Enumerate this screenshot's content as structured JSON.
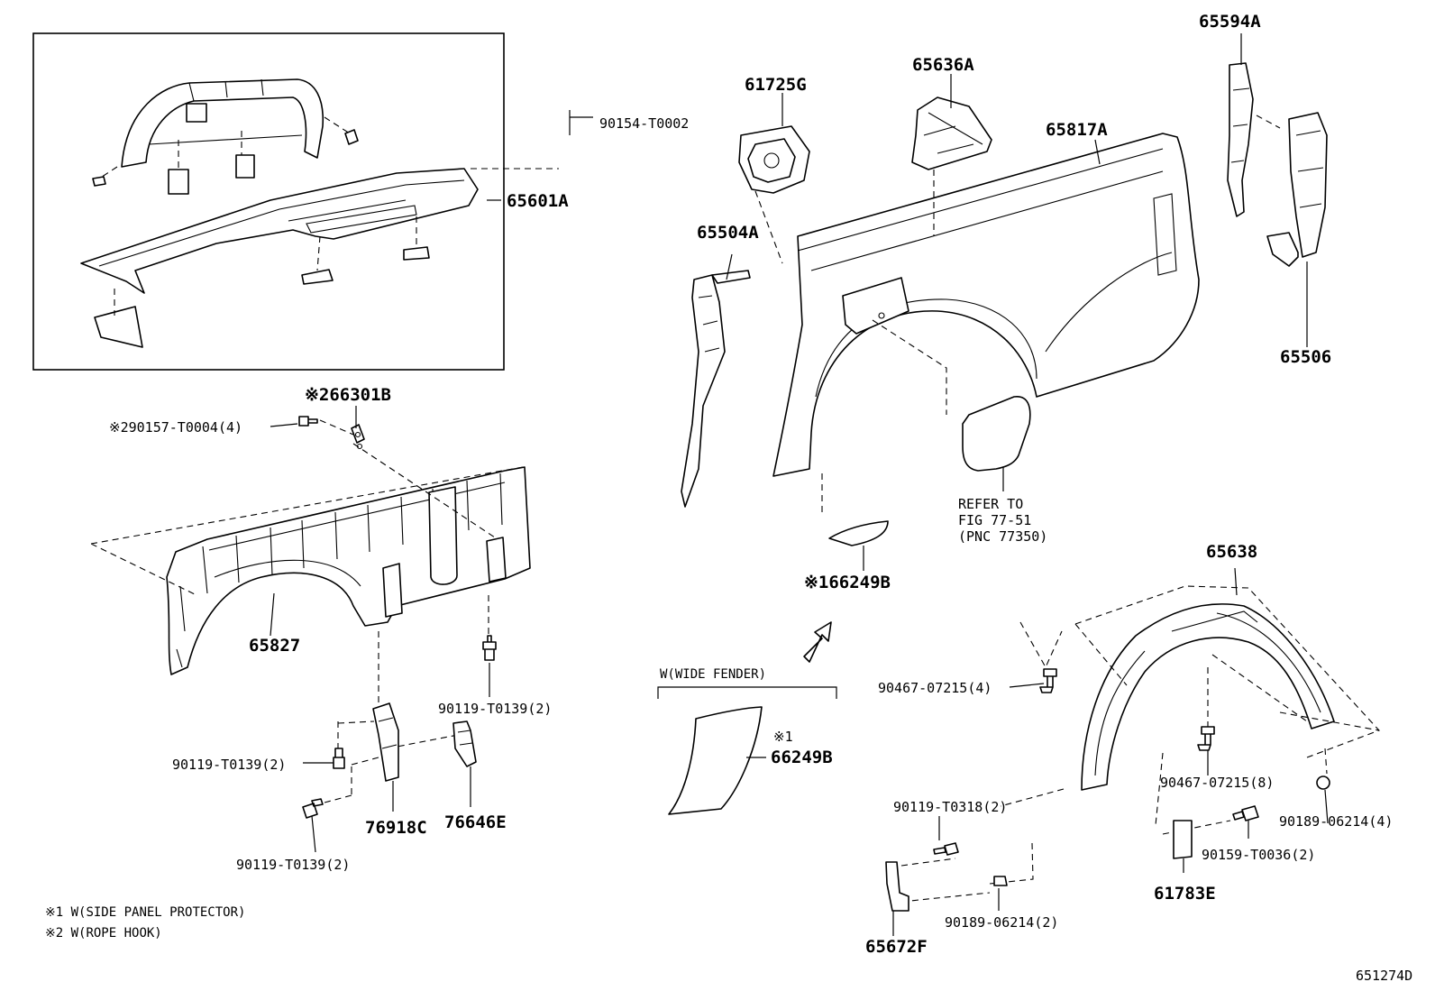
{
  "labels": {
    "p65601A": "65601A",
    "p90154": "90154-T0002",
    "p66301B": "※266301B",
    "p90157": "※290157-T0004(4)",
    "p65827": "65827",
    "p90119_a": "90119-T0139(2)",
    "p90119_b": "90119-T0139(2)",
    "p90119_c": "90119-T0139(2)",
    "p76918C": "76918C",
    "p76646E": "76646E",
    "p61725G": "61725G",
    "p65636A": "65636A",
    "p65594A": "65594A",
    "p65817A": "65817A",
    "p65504A": "65504A",
    "p65506": "65506",
    "p66249B_a": "※166249B",
    "p66249B_b_note": "※1",
    "p66249B_b": "66249B",
    "wide_fender": "W(WIDE FENDER)",
    "p65638": "65638",
    "p90467_a": "90467-07215(4)",
    "p90467_b": "90467-07215(8)",
    "p90189_a": "90189-06214(4)",
    "p90159": "90159-T0036(2)",
    "p61783E": "61783E",
    "p90119_t0318": "90119-T0318(2)",
    "p90189_b": "90189-06214(2)",
    "p65672F": "65672F"
  },
  "refer": [
    "REFER TO",
    "FIG 77-51",
    "(PNC 77350)"
  ],
  "notes": [
    "※1 W(SIDE PANEL PROTECTOR)",
    "※2 W(ROPE HOOK)"
  ],
  "figure_id": "651274D"
}
